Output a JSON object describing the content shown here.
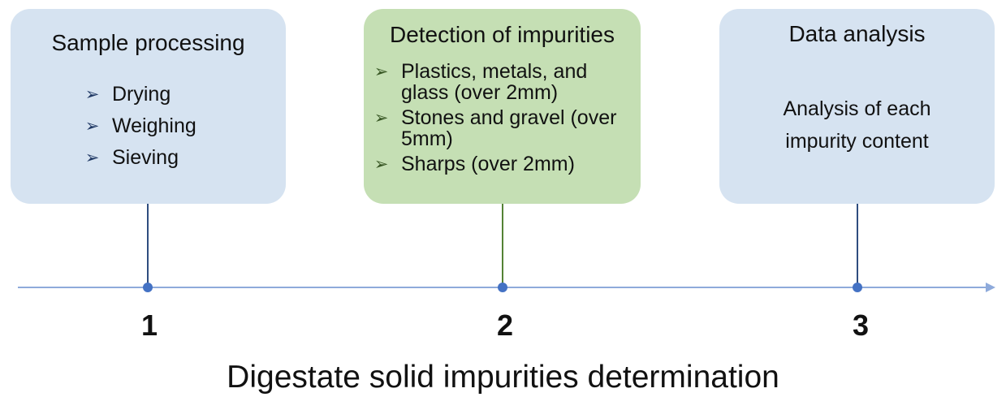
{
  "colors": {
    "box_blue": "#d6e3f1",
    "box_green": "#c5dfb4",
    "timeline_line": "#8eaadb",
    "connector_blue": "#2f4d7f",
    "connector_green": "#548235",
    "dot": "#4472c4",
    "bullet_blue": "#1f3864",
    "bullet_green": "#375623"
  },
  "stages": [
    {
      "number": "1",
      "title": "Sample processing",
      "bullet_icon": "arrowhead-bullet-icon",
      "items": [
        "Drying",
        "Weighing",
        "Sieving"
      ]
    },
    {
      "number": "2",
      "title": "Detection of impurities",
      "bullet_icon": "arrowhead-bullet-icon",
      "items": [
        "Plastics, metals, and glass (over 2mm)",
        "Stones and gravel (over 5mm)",
        "Sharps (over 2mm)"
      ]
    },
    {
      "number": "3",
      "title": "Data analysis",
      "text": "Analysis of each impurity content"
    }
  ],
  "bullet_marker": "➢",
  "diagram_title": "Digestate solid impurities determination"
}
